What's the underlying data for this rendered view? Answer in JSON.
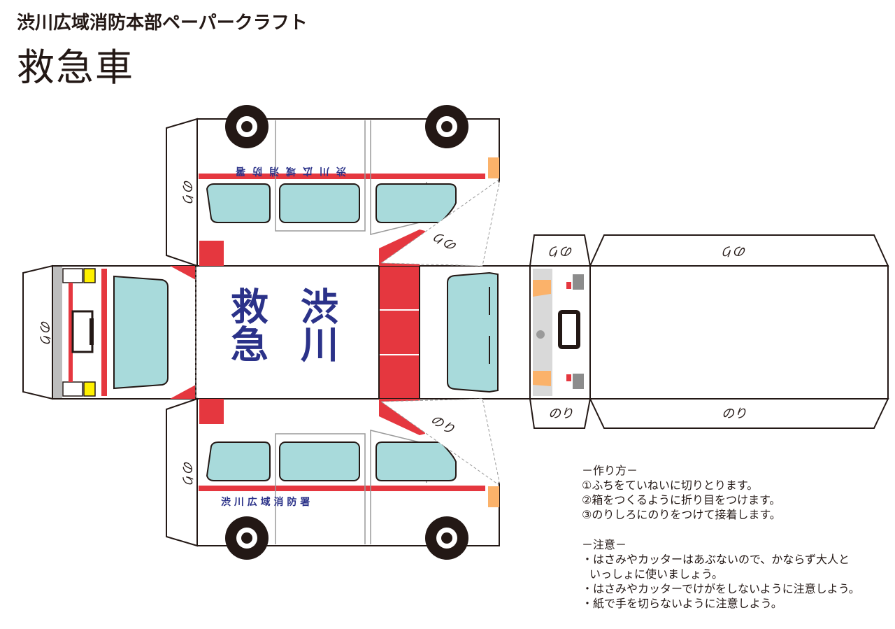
{
  "header": {
    "subtitle": "渋川広域消防本部ペーパークラフト",
    "title": "救急車"
  },
  "craft": {
    "glue_label": "のり",
    "side_lettering_top": "渋川広域消防署",
    "side_lettering_bottom": "渋 川 広 域 消 防 署",
    "roof_text_line1": "渋川",
    "roof_text_line2": "救急",
    "colors": {
      "outline": "#231815",
      "red": "#e5373f",
      "window": "#a8dadb",
      "orange": "#fbb26a",
      "yellow": "#fff100",
      "gray_panel": "#7b7b7d",
      "light_gray": "#bdbdbd",
      "navy_text": "#2b3289"
    }
  },
  "instructions": {
    "howto_heading": "－作り方－",
    "howto_steps": [
      "①ふちをていねいに切りとります。",
      "②箱をつくるように折り目をつけます。",
      "③のりしろにのりをつけて接着します。"
    ],
    "caution_heading": "－注意－",
    "caution_items": [
      "・はさみやカッターはあぶないので、かならず大人と",
      "いっしょに使いましょう。",
      "・はさみやカッターでけがをしないように注意しよう。",
      "・紙で手を切らないように注意しよう。"
    ]
  }
}
